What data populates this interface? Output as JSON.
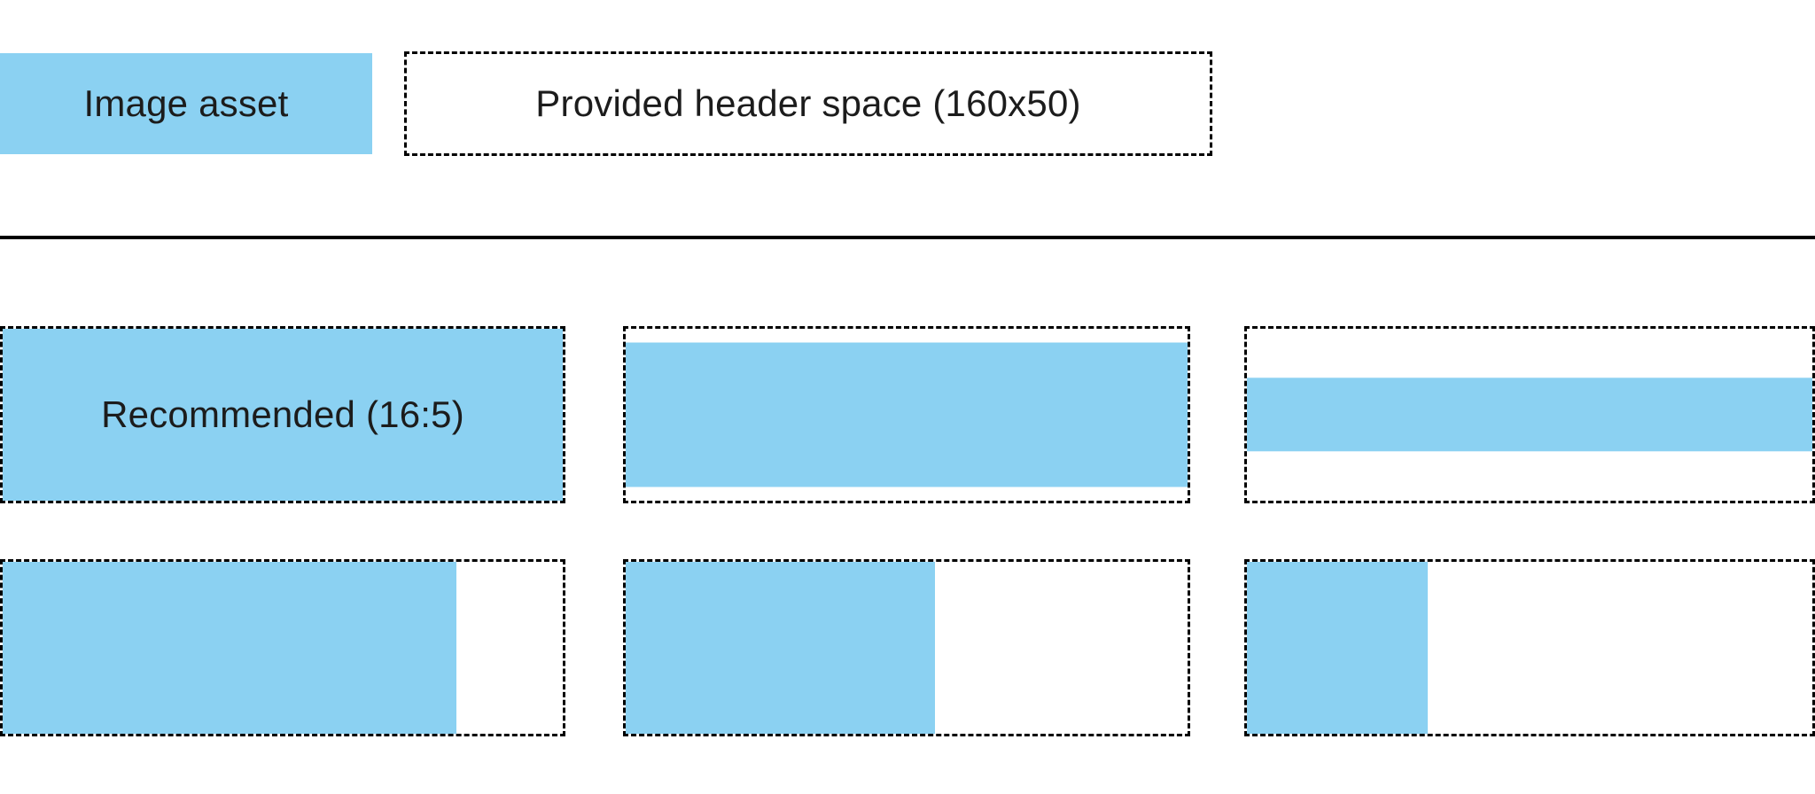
{
  "legend": {
    "image_asset_label": "Image asset",
    "header_space_label": "Provided header space (160x50)"
  },
  "examples": {
    "recommended_label": "Recommended (16:5)",
    "row1_fills": [
      {
        "width_pct": 100,
        "height_pct": 100
      },
      {
        "width_pct": 100,
        "height_pct": 84
      },
      {
        "width_pct": 100,
        "height_pct": 43
      }
    ],
    "row2_fills": [
      {
        "width_pct": 81,
        "height_pct": 100
      },
      {
        "width_pct": 55,
        "height_pct": 100
      },
      {
        "width_pct": 32,
        "height_pct": 100
      }
    ]
  },
  "colors": {
    "asset_blue": "#8BD1F2",
    "line": "#000000",
    "text": "#1C1C1C"
  }
}
